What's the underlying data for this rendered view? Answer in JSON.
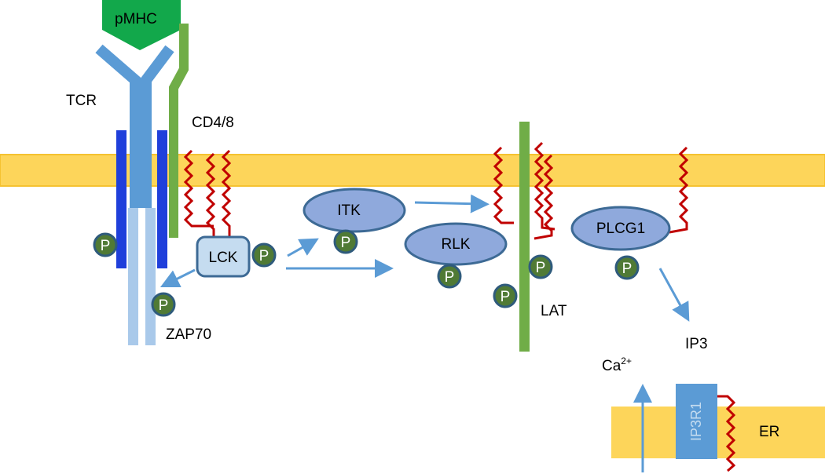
{
  "colors": {
    "membrane": "#fdd55a",
    "membrane_edge": "#f5c230",
    "tcr_alpha_beta": "#5b9bd5",
    "cd3": "#1f3fdb",
    "zeta": "#a9c9ea",
    "coreceptor": "#70ad47",
    "pmhc": "#12a84b",
    "lipid": "#c00000",
    "enzyme_fill": "#8fa9dc",
    "enzyme_edge": "#3d6a95",
    "lck_fill": "#c5dcf0",
    "phospho_fill": "#507a35",
    "phospho_edge": "#2f5b7c",
    "arrow": "#5b9bd5",
    "ip3r1": "#5b9bd5",
    "ip3r1_text": "#c5dcf0"
  },
  "labels": {
    "pmhc": "pMHC",
    "tcr": "TCR",
    "cd4_8": "CD4/8",
    "lck": "LCK",
    "zap70": "ZAP70",
    "itk": "ITK",
    "rlk": "RLK",
    "lat": "LAT",
    "plcg1": "PLCG1",
    "ip3": "IP3",
    "ca": "Ca",
    "ca_charge": "2+",
    "ip3r1": "IP3R1",
    "er": "ER"
  },
  "phospho_label": "P"
}
